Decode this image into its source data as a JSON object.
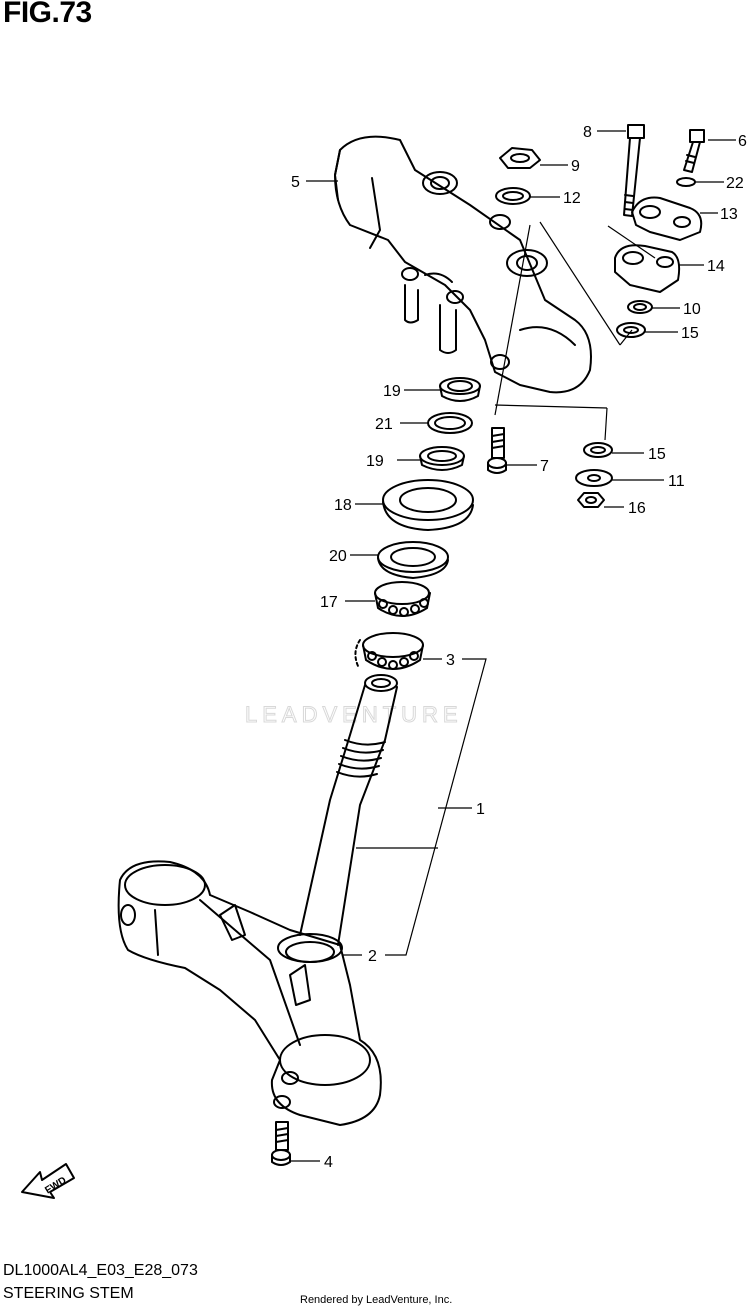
{
  "figure": {
    "title": "FIG.73",
    "code": "DL1000AL4_E03_E28_073",
    "name": "STEERING STEM",
    "rendered_by": "Rendered by LeadVenture, Inc.",
    "watermark": "LEADVENTURE",
    "fwd_label": "FWD"
  },
  "callouts": {
    "c1": "1",
    "c2": "2",
    "c3": "3",
    "c4": "4",
    "c5": "5",
    "c6": "6",
    "c7": "7",
    "c8": "8",
    "c9": "9",
    "c10": "10",
    "c11": "11",
    "c12": "12",
    "c13": "13",
    "c14": "14",
    "c15a": "15",
    "c15b": "15",
    "c16": "16",
    "c17": "17",
    "c18": "18",
    "c19a": "19",
    "c19b": "19",
    "c20": "20",
    "c21": "21",
    "c22": "22"
  }
}
